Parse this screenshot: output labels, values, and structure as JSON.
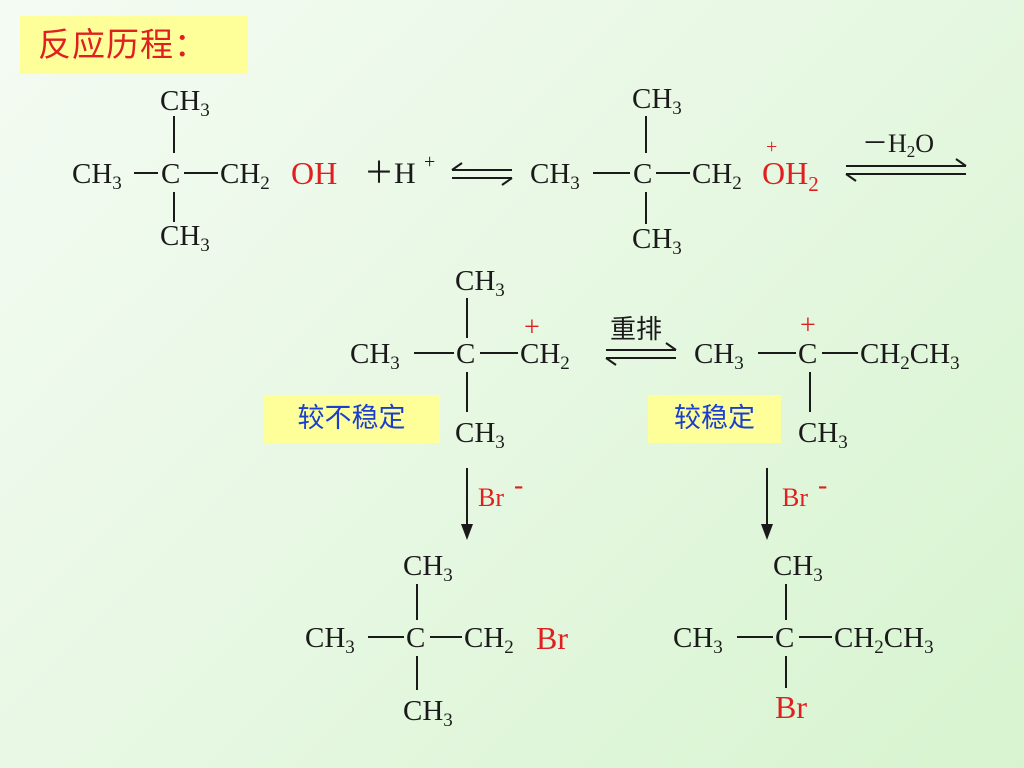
{
  "title": "反应历程：",
  "labels": {
    "less_stable": "较不稳定",
    "more_stable": "较稳定"
  },
  "reaction": {
    "rearrangement": "重排",
    "minus_water": "－H₂O",
    "plus_h": "＋H⁺",
    "reagent": "Br⁻"
  },
  "colors": {
    "accent_red": "#e02020",
    "label_blue": "#1a3fd0",
    "highlight_yellow": "#ffff99"
  }
}
